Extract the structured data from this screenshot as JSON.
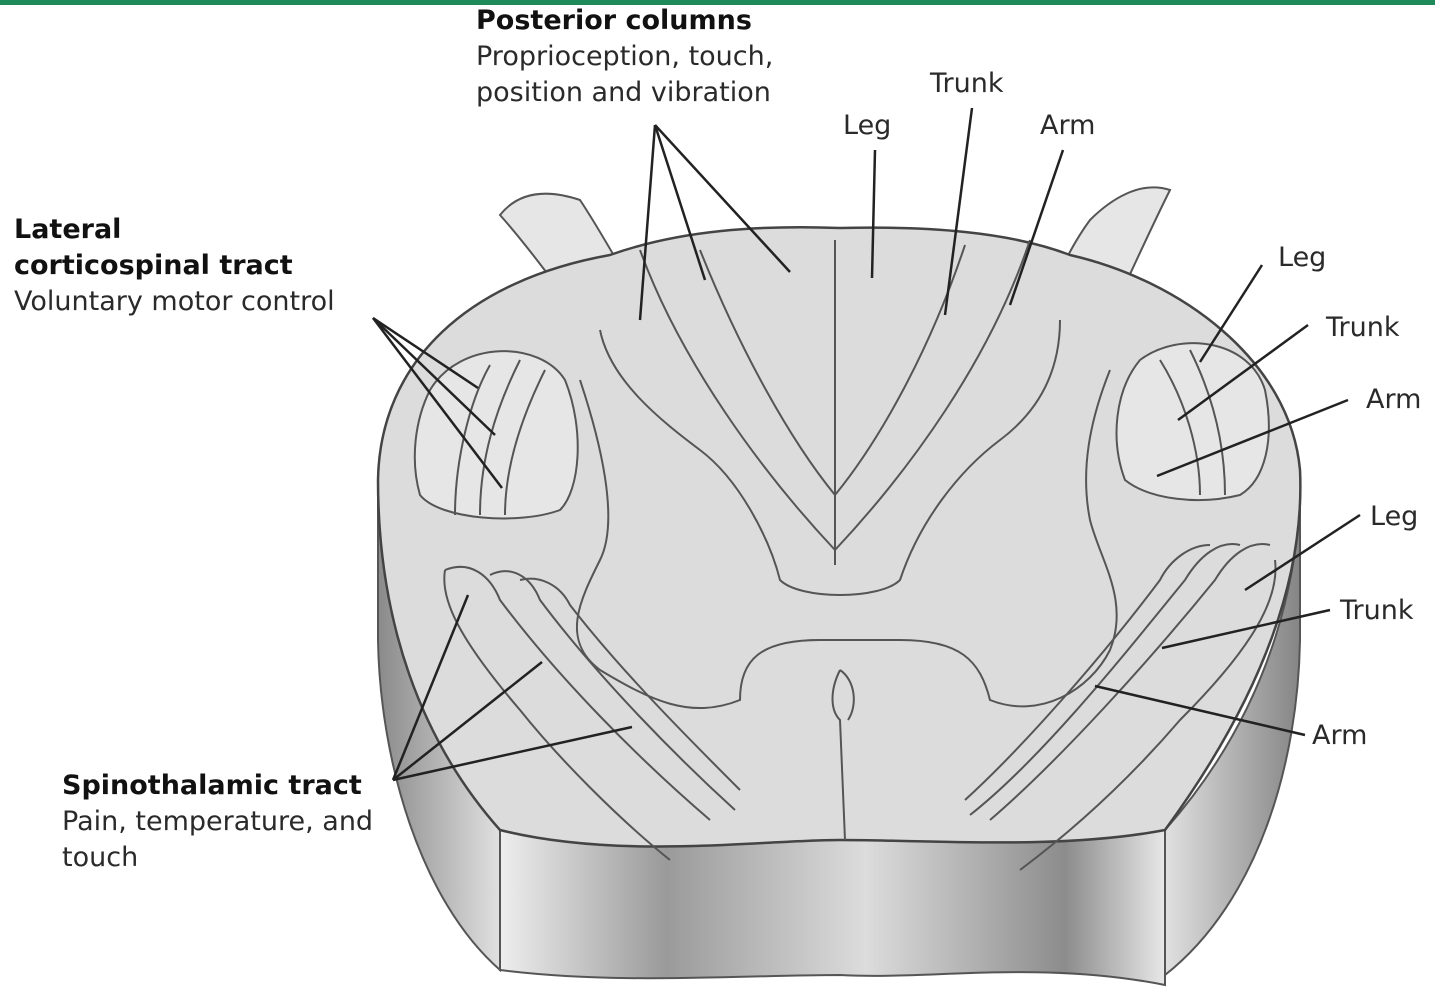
{
  "colors": {
    "accent_bar": "#1e8a5a",
    "tissue": "#d9d9d9",
    "outline": "#555555"
  },
  "posterior_columns": {
    "title": "Posterior columns",
    "desc_line1": "Proprioception, touch,",
    "desc_line2": "position and vibration"
  },
  "lateral_corticospinal": {
    "title_line1": "Lateral",
    "title_line2": "corticospinal tract",
    "desc": "Voluntary motor control"
  },
  "spinothalamic": {
    "title": "Spinothalamic tract",
    "desc_line1": "Pain, temperature, and",
    "desc_line2": "touch"
  },
  "top_labels": {
    "leg": "Leg",
    "trunk": "Trunk",
    "arm": "Arm"
  },
  "right_corticospinal_labels": {
    "leg": "Leg",
    "trunk": "Trunk",
    "arm": "Arm"
  },
  "right_spinothalamic_labels": {
    "leg": "Leg",
    "trunk": "Trunk",
    "arm": "Arm"
  }
}
